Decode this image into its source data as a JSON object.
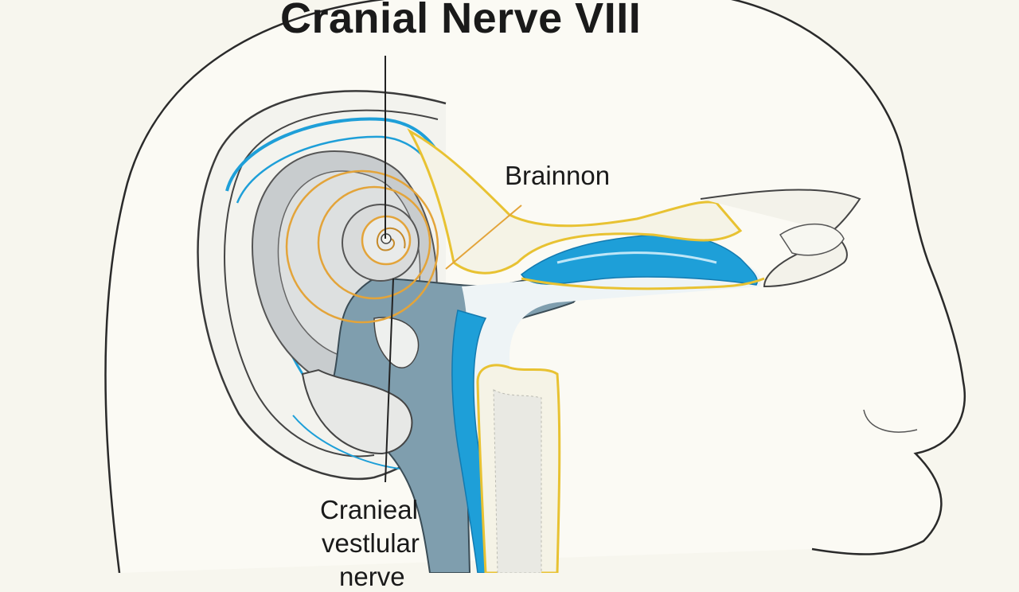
{
  "diagram": {
    "title": "Cranial Nerve VIII",
    "labels": {
      "brain": "Brainnon",
      "nerve_line1": "Cranieal",
      "nerve_line2": "vestlular",
      "nerve_line3": "nerve"
    },
    "colors": {
      "background": "#f7f6ee",
      "outline": "#2a2a2a",
      "nerve_blue": "#1e9fd8",
      "bone_yellow": "#e8c232",
      "cochlea_orange": "#e3a43a",
      "brainstem_gray": "#7f9eae",
      "ear_gray": "#c8ccce"
    }
  }
}
